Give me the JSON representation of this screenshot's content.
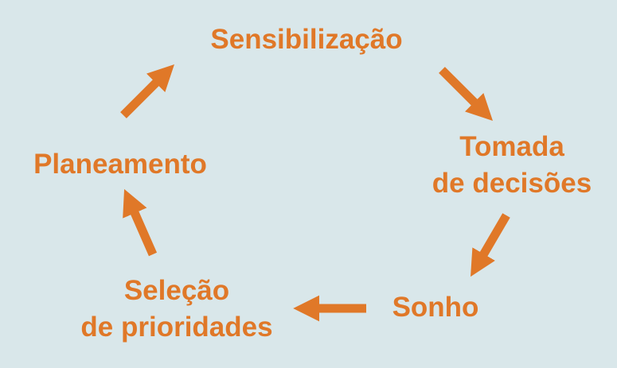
{
  "colors": {
    "background": "#d9e7ea",
    "accent": "#e07828"
  },
  "cycle": {
    "steps": [
      {
        "line1": "Sensibilização"
      },
      {
        "line1": "Tomada",
        "line2": "de decisões"
      },
      {
        "line1": "Sonho"
      },
      {
        "line1": "Seleção",
        "line2": "de prioridades"
      },
      {
        "line1": "Planeamento"
      }
    ]
  }
}
